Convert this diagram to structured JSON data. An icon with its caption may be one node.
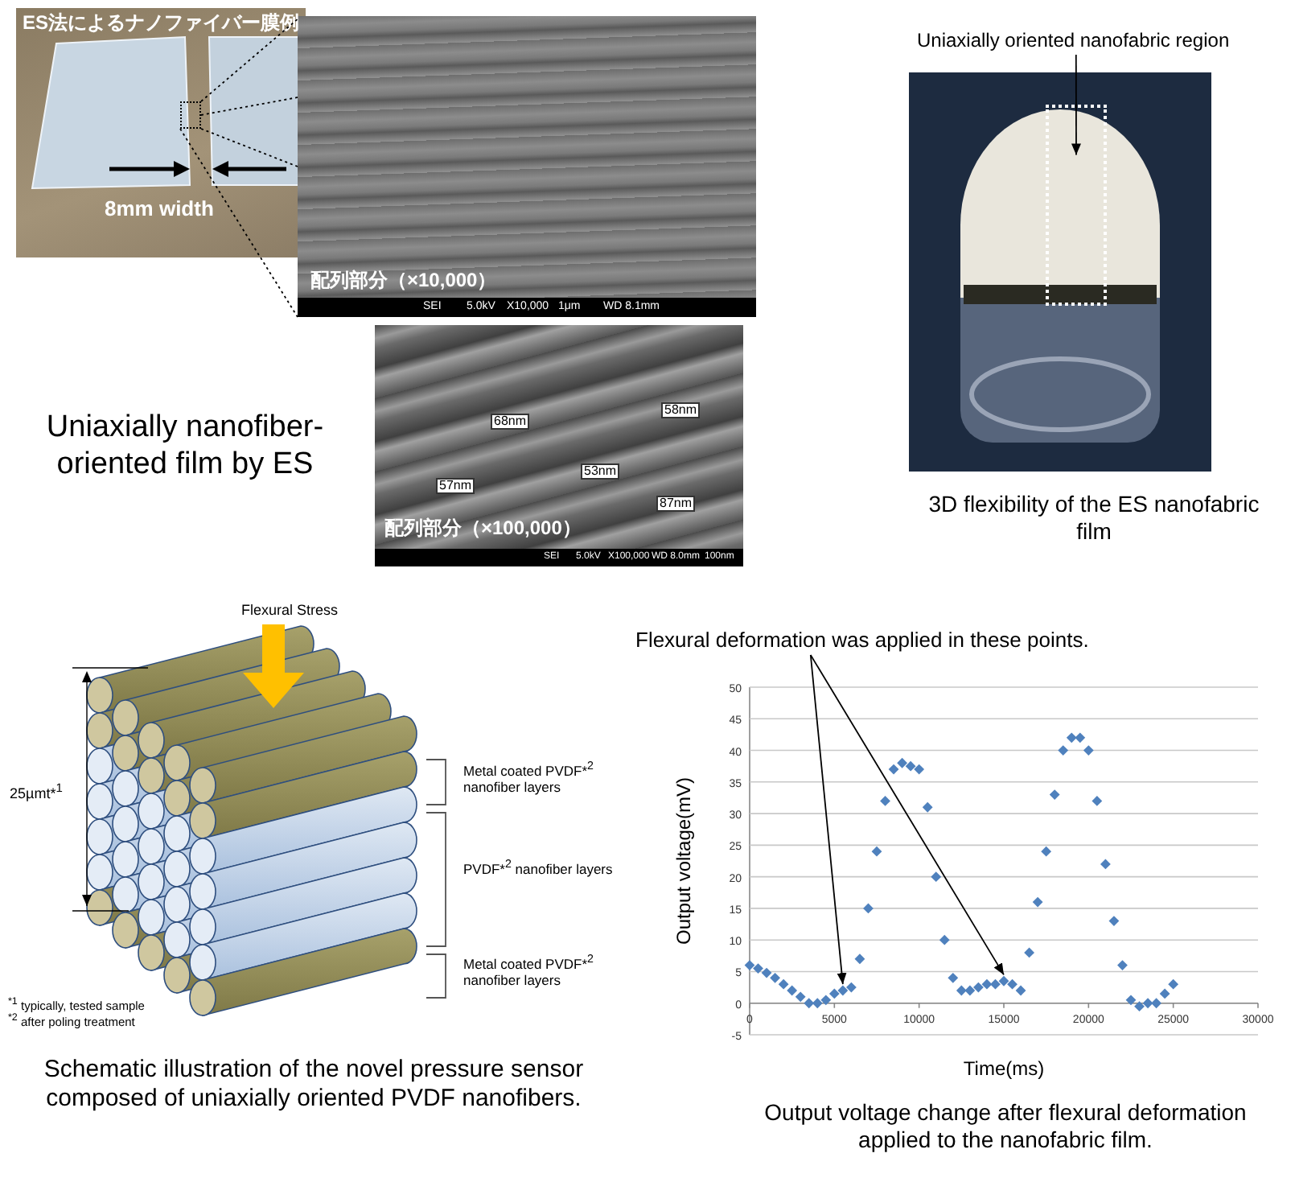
{
  "diagram": {
    "nodes": [
      {
        "text": [
          "ES法によるナノファイバー膜例",
          "8mm width"
        ]
      },
      {
        "text": [],
        "shape": "box",
        "in": 0
      },
      {
        "text": [
          "配列部分（×10,000）",
          "SEI",
          "5.0kV",
          "X10,000",
          "1μm",
          "WD 8.1mm"
        ]
      },
      {
        "text": [
          "68nm",
          "58nm",
          "53nm",
          "57nm",
          "87nm",
          "配列部分（×100,000）",
          "SEI",
          "5.0kV",
          "X100,000",
          "WD 8.0mm",
          "100nm"
        ]
      },
      {
        "text": [
          "Uniaxially oriented nanofabric region"
        ]
      },
      {
        "text": [],
        "shape": "picture"
      },
      {
        "text": [],
        "shape": "box",
        "in": 5
      },
      {
        "text": [
          "Flexural deformation was applied in these points."
        ]
      }
    ],
    "edges": [
      {
        "from": 1,
        "to": 2,
        "arrow": "none",
        "style": "dashed"
      },
      {
        "from": 1,
        "to": 2,
        "arrow": "none",
        "style": "dashed"
      },
      {
        "from": 1,
        "to": 2,
        "arrow": "none",
        "style": "dashed"
      },
      {
        "from": 1,
        "to": 2,
        "arrow": "none",
        "style": "dashed"
      },
      {
        "from": 4,
        "to": 6,
        "arrow": "to"
      },
      {
        "from": 7,
        "to": null,
        "arrow": "to"
      },
      {
        "from": 7,
        "to": null,
        "arrow": "to"
      }
    ],
    "labels": [
      "Uniaxially nanofiber-oriented film by ES",
      "3D flexibility of the ES nanofabric film",
      "Flexural Stress",
      "25µmt*$^{1}$",
      "Metal coated PVDF*$^{2}$ nanofiber layers",
      "PVDF*$^{2}$ nanofiber layers",
      "Metal coated PVDF*$^{2}$ nanofiber layers",
      "$^{*1}$ typically, tested sample",
      "$^{*2}$ after poling treatment",
      "Schematic illustration of the novel pressure sensor composed of uniaxially oriented PVDF nanofibers.",
      "Output voltage change after flexural deformation applied to the nanofabric film."
    ],
    "chart_data": {
      "type": "scatter",
      "xlabel": "Time(ms)",
      "ylabel": "Output voltage(mV)",
      "x": [
        0,
        500,
        1000,
        1500,
        2000,
        2500,
        3000,
        3500,
        4000,
        4500,
        5000,
        5500,
        6000,
        6500,
        7000,
        7500,
        8000,
        8500,
        9000,
        9500,
        10000,
        10500,
        11000,
        11500,
        12000,
        12500,
        13000,
        13500,
        14000,
        14500,
        15000,
        15500,
        16000,
        16500,
        17000,
        17500,
        18000,
        18500,
        19000,
        19500,
        20000,
        20500,
        21000,
        21500,
        22000,
        22500,
        23000,
        23500,
        24000,
        24500,
        25000
      ],
      "series": [
        {
          "color": "#4f81bd",
          "values": [
            6,
            5.5,
            4.8,
            4,
            3,
            2,
            1,
            0,
            0,
            0.5,
            1.5,
            2,
            2.5,
            7,
            15,
            24,
            32,
            37,
            38,
            37.5,
            37,
            31,
            20,
            10,
            4,
            2,
            2,
            2.5,
            3,
            3,
            3.5,
            3,
            2,
            8,
            16,
            24,
            33,
            40,
            42,
            42,
            40,
            32,
            22,
            13,
            6,
            0.5,
            -0.5,
            0,
            0,
            1.5,
            3
          ]
        }
      ],
      "xlim": [
        0,
        30000
      ],
      "ylim": [
        -5,
        50
      ],
      "xticks": [
        0,
        5000,
        10000,
        15000,
        20000,
        25000,
        30000
      ],
      "yticks": [
        -5,
        0,
        5,
        10,
        15,
        20,
        25,
        30,
        35,
        40,
        45,
        50
      ],
      "grid": true
    }
  }
}
